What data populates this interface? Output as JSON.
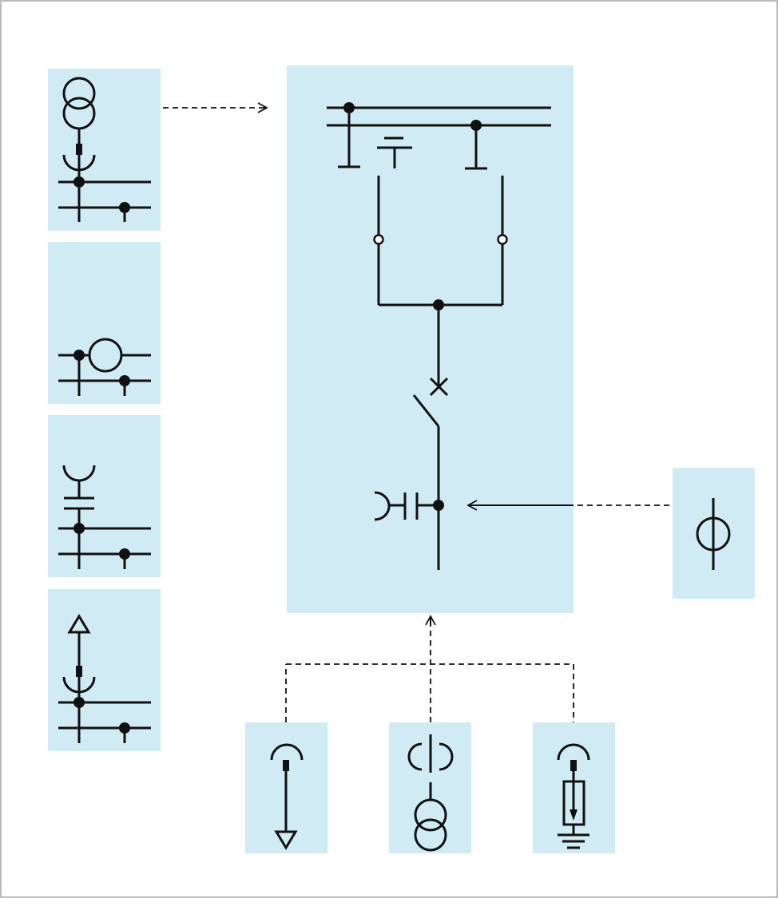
{
  "colors": {
    "panel": "#d0ebf4",
    "line": "#111111",
    "background": "#ffffff",
    "frame": "#bbbbbb"
  },
  "diagram": {
    "type": "switchgear-single-line-diagram",
    "main_panel": {
      "symbols": [
        "double-busbar-icon",
        "earthing-switch-icon",
        "disconnector-icon",
        "circuit-breaker-icon",
        "cable-connection-icon",
        "current-transformer-icon"
      ]
    },
    "left_modules": [
      {
        "id": "busbar-voltage-transformer",
        "symbols": [
          "voltage-transformer-icon",
          "plug-connector-icon",
          "double-busbar-icon"
        ]
      },
      {
        "id": "busbar-current-transformer",
        "symbols": [
          "current-transformer-icon",
          "double-busbar-icon"
        ]
      },
      {
        "id": "busbar-capacitive-divider",
        "symbols": [
          "plug-connector-icon",
          "capacitor-icon",
          "double-busbar-icon"
        ]
      },
      {
        "id": "busbar-surge-arrester",
        "symbols": [
          "plug-connector-icon",
          "surge-arrester-icon",
          "double-busbar-icon"
        ]
      }
    ],
    "right_modules": [
      {
        "id": "feeder-current-transformer",
        "symbols": [
          "current-transformer-icon"
        ]
      }
    ],
    "bottom_modules": [
      {
        "id": "cable-surge-arrester",
        "symbols": [
          "plug-connector-icon",
          "surge-arrester-icon"
        ]
      },
      {
        "id": "cable-voltage-transformer",
        "symbols": [
          "plug-connector-icon",
          "voltage-transformer-icon"
        ]
      },
      {
        "id": "cable-earthed-fuse",
        "symbols": [
          "plug-connector-icon",
          "fuse-icon",
          "ground-icon"
        ]
      }
    ],
    "connections": [
      {
        "from": "busbar-voltage-transformer",
        "to": "main-panel",
        "style": "dashed-arrow"
      },
      {
        "from": "feeder-current-transformer",
        "to": "main-panel",
        "style": "dashed-solid-arrow"
      },
      {
        "from": "bottom-modules",
        "to": "main-panel",
        "style": "dashed-arrow"
      }
    ]
  }
}
